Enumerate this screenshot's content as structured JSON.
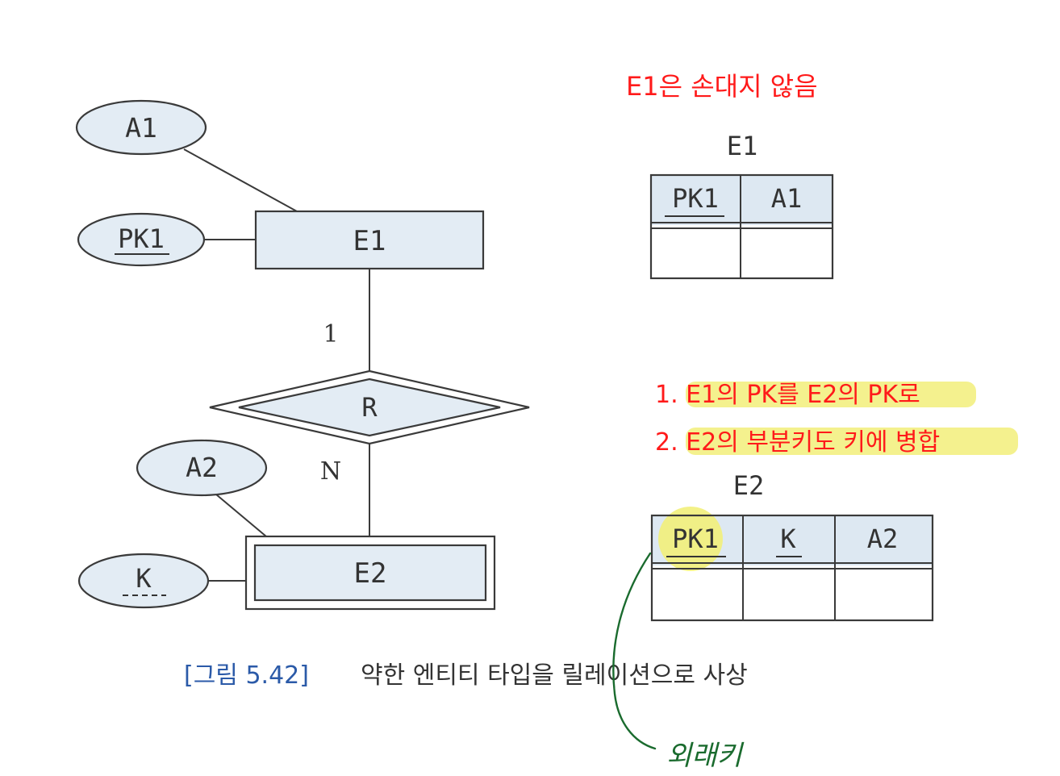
{
  "colors": {
    "box_fill": "#e3ecf4",
    "header_fill": "#dde8f2",
    "stroke": "#3a3a3a",
    "annotation_red": "#ff1a1a",
    "highlight": "#f2ef7a",
    "caption_blue": "#2b5aa8",
    "pen_green": "#1a6b2e"
  },
  "er": {
    "entity1": "E1",
    "entity2": "E2",
    "relationship": "R",
    "attr_a1": "A1",
    "attr_pk1": "PK1",
    "attr_a2": "A2",
    "attr_k": "K",
    "card_one": "1",
    "card_many": "N"
  },
  "notes": {
    "e1_note": "E1은 손대지 않음",
    "step1": "1. E1의 PK를 E2의 PK로",
    "step2": "2. E2의 부분키도 키에 병합",
    "handwritten": "외래키"
  },
  "tables": {
    "e1": {
      "title": "E1",
      "columns": [
        "PK1",
        "A1"
      ]
    },
    "e2": {
      "title": "E2",
      "columns": [
        "PK1",
        "K",
        "A2"
      ]
    }
  },
  "caption": {
    "figure": "[그림 5.42]",
    "text": "약한 엔티티 타입을 릴레이션으로 사상"
  }
}
